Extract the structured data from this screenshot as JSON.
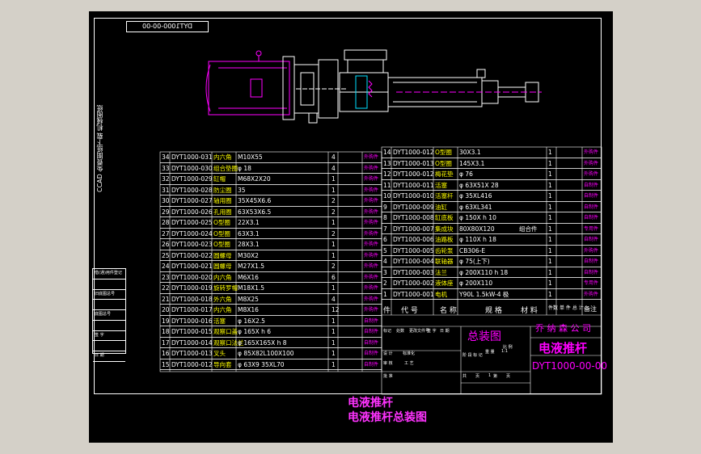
{
  "drawing": {
    "code_box": "DYT1000-00-00",
    "side_title": "CCAD 免费图纸下载 机械图纸",
    "side_block_labels": [
      "借(通)用件登记",
      "",
      "旧底图总号",
      "",
      "底图总号",
      "",
      "签 字",
      "",
      "日 期"
    ]
  },
  "bom_left": [
    {
      "no": "34",
      "code": "DYT1000-031",
      "name": "内六角",
      "spec": "M10X55",
      "qty": "4",
      "note": "外购件"
    },
    {
      "no": "33",
      "code": "DYT1000-030",
      "name": "组合垫圈",
      "spec": "φ 18",
      "qty": "4",
      "note": "外购件"
    },
    {
      "no": "32",
      "code": "DYT1000-029",
      "name": "缸帽",
      "spec": "M68X2X20",
      "qty": "1",
      "note": "外购件"
    },
    {
      "no": "31",
      "code": "DYT1000-028",
      "name": "防尘圈",
      "spec": "35",
      "qty": "1",
      "note": "外购件"
    },
    {
      "no": "30",
      "code": "DYT1000-027",
      "name": "轴用圈",
      "spec": "35X45X6.6",
      "qty": "2",
      "note": "外购件"
    },
    {
      "no": "29",
      "code": "DYT1000-026",
      "name": "孔用圈",
      "spec": "63X53X6.5",
      "qty": "2",
      "note": "外购件"
    },
    {
      "no": "28",
      "code": "DYT1000-025",
      "name": "O型圈",
      "spec": "22X3.1",
      "qty": "1",
      "note": "外购件"
    },
    {
      "no": "27",
      "code": "DYT1000-024",
      "name": "O型圈",
      "spec": "63X3.1",
      "qty": "2",
      "note": "外购件"
    },
    {
      "no": "26",
      "code": "DYT1000-023",
      "name": "O型圈",
      "spec": "28X3.1",
      "qty": "1",
      "note": "外购件"
    },
    {
      "no": "25",
      "code": "DYT1000-022",
      "name": "圆螺母",
      "spec": "M30X2",
      "qty": "1",
      "note": "外购件"
    },
    {
      "no": "24",
      "code": "DYT1000-021",
      "name": "圆螺母",
      "spec": "M27X1.5",
      "qty": "2",
      "note": "外购件"
    },
    {
      "no": "23",
      "code": "DYT1000-020",
      "name": "内六角",
      "spec": "M6X16",
      "qty": "6",
      "note": "外购件"
    },
    {
      "no": "22",
      "code": "DYT1000-019",
      "name": "旋转罗帽",
      "spec": "M18X1.5",
      "qty": "1",
      "note": "外购件"
    },
    {
      "no": "21",
      "code": "DYT1000-018",
      "name": "外六角",
      "spec": "M8X25",
      "qty": "4",
      "note": "外购件"
    },
    {
      "no": "20",
      "code": "DYT1000-017",
      "name": "内六角",
      "spec": "M8X16",
      "qty": "12",
      "note": "外购件"
    },
    {
      "no": "19",
      "code": "DYT1000-016",
      "name": "活塞",
      "spec": "φ 16X2.5",
      "qty": "1",
      "note": "自制件"
    },
    {
      "no": "18",
      "code": "DYT1000-015",
      "name": "观察口盖",
      "spec": "φ 165X h 6",
      "qty": "1",
      "note": "自制件"
    },
    {
      "no": "17",
      "code": "DYT1000-014",
      "name": "观察口法兰",
      "spec": "φ 165X165X h 8",
      "qty": "1",
      "note": "自制件"
    },
    {
      "no": "16",
      "code": "DYT1000-013",
      "name": "叉头",
      "spec": "φ 85X82L100X100",
      "qty": "1",
      "note": "自制件"
    },
    {
      "no": "15",
      "code": "DYT1000-012",
      "name": "导向套",
      "spec": "φ 63X9 35XL70",
      "qty": "1",
      "note": "自制件"
    }
  ],
  "bom_right": [
    {
      "no": "14",
      "code": "DYT1000-012",
      "name": "O型圈",
      "spec": "30X3.1",
      "qty": "1",
      "note": "外购件"
    },
    {
      "no": "13",
      "code": "DYT1000-013",
      "name": "O型圈",
      "spec": "145X3.1",
      "qty": "1",
      "note": "外购件"
    },
    {
      "no": "12",
      "code": "DYT1000-012",
      "name": "梅花垫",
      "spec": "φ 76",
      "qty": "1",
      "note": "外购件"
    },
    {
      "no": "11",
      "code": "DYT1000-011",
      "name": "活塞",
      "spec": "φ 63X51X 28",
      "qty": "1",
      "note": "自制件"
    },
    {
      "no": "10",
      "code": "DYT1000-010",
      "name": "活塞杆",
      "spec": "φ 35XL416",
      "qty": "1",
      "note": "自制件"
    },
    {
      "no": "9",
      "code": "DYT1000-009",
      "name": "油缸",
      "spec": "φ 63XL341",
      "qty": "1",
      "note": "自制件"
    },
    {
      "no": "8",
      "code": "DYT1000-008",
      "name": "缸底板",
      "spec": "φ 150X h 10",
      "qty": "1",
      "note": "自制件"
    },
    {
      "no": "7",
      "code": "DYT1000-007",
      "name": "集成块",
      "spec": "80X80X120",
      "spec2": "组合件",
      "qty": "1",
      "note": "专用件"
    },
    {
      "no": "6",
      "code": "DYT1000-006",
      "name": "油路板",
      "spec": "φ 110X h 18",
      "qty": "1",
      "note": "自制件"
    },
    {
      "no": "5",
      "code": "DYT1000-005",
      "name": "齿轮泵",
      "spec": "CB306-E",
      "qty": "1",
      "note": "外购件"
    },
    {
      "no": "4",
      "code": "DYT1000-004",
      "name": "联轴器",
      "spec": "φ 75(上下)",
      "qty": "1",
      "note": "自制件"
    },
    {
      "no": "3",
      "code": "DYT1000-003",
      "name": "法兰",
      "spec": "φ 200X110 h 18",
      "qty": "1",
      "note": "自制件"
    },
    {
      "no": "2",
      "code": "DYT1000-002",
      "name": "液体座",
      "spec": "φ 200X110",
      "qty": "1",
      "note": "专用件"
    },
    {
      "no": "1",
      "code": "DYT1000-001",
      "name": "电机",
      "spec": "Y90L 1.5kW-4 极",
      "qty": "1",
      "note": "外购件"
    }
  ],
  "bom_header": {
    "no": "件",
    "code": "代 号",
    "name": "名 称",
    "spec": "规 格",
    "material": "材 料",
    "qty": "件数",
    "weight": "单 件 总 计",
    "note": "备注"
  },
  "title_block": {
    "drawing_name": "总装图",
    "company": "乔 纳 森 公 司",
    "product": "电液推杆",
    "drawing_no": "DYT1000-00-00",
    "small_labels": [
      "标记",
      "处数",
      "更改文件号",
      "签 字",
      "日 期",
      "设 计",
      "标准化",
      "阶 段 标 记",
      "重 量",
      "比 例",
      "审 核",
      "工 艺",
      "批 准",
      "共",
      "页",
      "第",
      "页"
    ],
    "scale": "1:1",
    "sheet": "1"
  },
  "caption": {
    "line1": "电液推杆",
    "line2": "电液推杆总装图"
  }
}
